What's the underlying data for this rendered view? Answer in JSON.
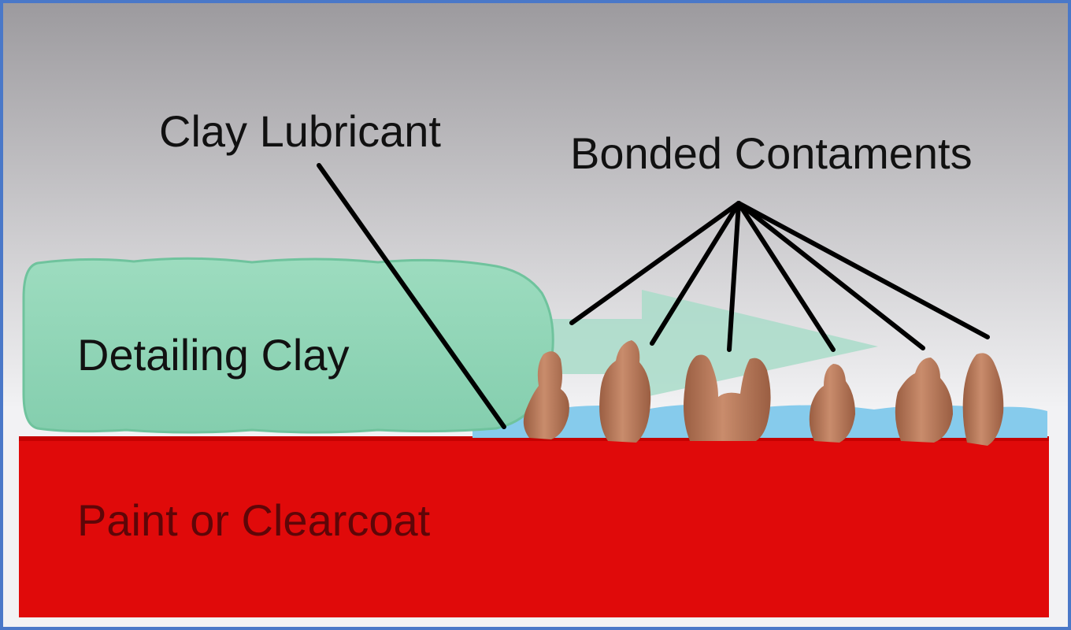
{
  "labels": {
    "clay_lubricant": "Clay Lubricant",
    "bonded_contaminants": "Bonded Contaments",
    "detailing_clay": "Detailing Clay",
    "paint": "Paint or Clearcoat"
  },
  "colors": {
    "frame": "#4a78c8",
    "background_top": "#9c9a9e",
    "background_bottom": "#f2f2f4",
    "clay": "#8fd6b6",
    "clay_edge": "#6fc39d",
    "lubricant": "#86cbec",
    "paint": "#e00a0a",
    "paint_edge": "#b80000",
    "contaminant": "#b97a5b",
    "contaminant_shadow": "#8f573d",
    "arrow": "#a9dcc9",
    "leader_line": "#000000",
    "label_text": "#111111",
    "paint_text": "#5e0608"
  },
  "icons": {
    "motion_arrow": "right-arrow-icon",
    "contaminant": "contaminant-particle-icon"
  }
}
